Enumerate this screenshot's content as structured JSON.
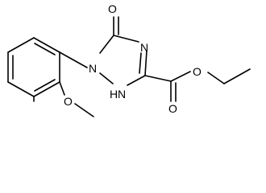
{
  "molecule": {
    "atoms": {
      "o_carbonyl_ring": "O",
      "n_ring_4": "N",
      "n_ring_1": "N",
      "nh_ring_2": "H",
      "nh_ring_n": "N",
      "o_methoxy": "O",
      "o_ester_carbonyl": "O",
      "o_ester": "O"
    }
  }
}
